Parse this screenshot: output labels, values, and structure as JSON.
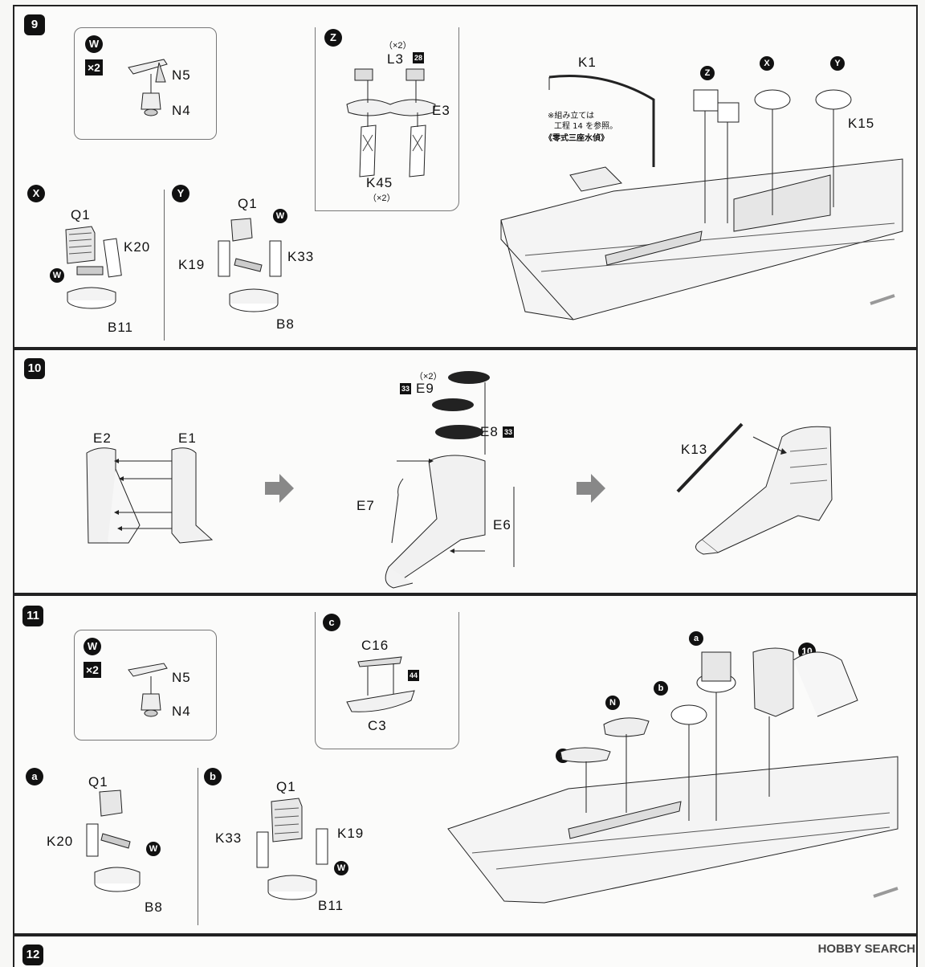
{
  "steps": {
    "s9": {
      "number": "9",
      "w_group": {
        "marker": "W",
        "qty": "×2",
        "parts": [
          "N5",
          "N4"
        ]
      },
      "z_group": {
        "marker": "Z",
        "qty_top": "（×2）",
        "part_top": "L3",
        "ref_top": "28",
        "part_mid": "E3",
        "part_bot": "K45",
        "qty_bot": "（×2）"
      },
      "x_group": {
        "marker": "X",
        "parts": [
          "Q1",
          "K20",
          "B11"
        ],
        "w": "W"
      },
      "y_group": {
        "marker": "Y",
        "parts": [
          "Q1",
          "K19",
          "K33",
          "B8"
        ],
        "w": "W"
      },
      "main": {
        "part_k1": "K1",
        "part_k15": "K15",
        "note_line1": "※組み立ては",
        "note_line2": "工程 14 を参照。",
        "note_line3": "《零式三座水偵》",
        "markers": [
          "Z",
          "X",
          "Y"
        ]
      }
    },
    "s10": {
      "number": "10",
      "parts": {
        "e2": "E2",
        "e1": "E1",
        "e9": "E9",
        "e9_qty": "（×2）",
        "e9_ref": "33",
        "e8": "E8",
        "e8_ref": "33",
        "e7": "E7",
        "e6": "E6",
        "k13": "K13"
      }
    },
    "s11": {
      "number": "11",
      "w_group": {
        "marker": "W",
        "qty": "×2",
        "parts": [
          "N5",
          "N4"
        ]
      },
      "c_group": {
        "marker": "c",
        "part_top": "C16",
        "ref": "44",
        "part_bot": "C3"
      },
      "a_group": {
        "marker": "a",
        "parts": [
          "Q1",
          "K20",
          "B8"
        ],
        "w": "W"
      },
      "b_group": {
        "marker": "b",
        "parts": [
          "Q1",
          "K33",
          "K19",
          "B11"
        ],
        "w": "W"
      },
      "main": {
        "markers": [
          "a",
          "b",
          "N",
          "c"
        ],
        "step_ref": "10"
      }
    },
    "s12": {
      "number": "12"
    }
  },
  "watermark": "HOBBY SEARCH"
}
